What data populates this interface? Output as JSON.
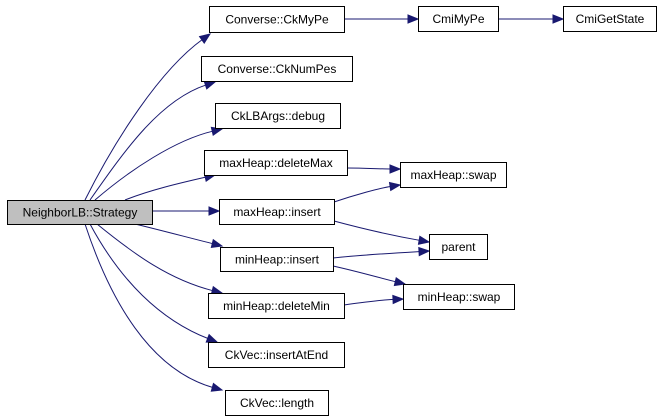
{
  "graph": {
    "type": "call-graph",
    "edge_color": "#191970",
    "root_fill": "#bfbfbf",
    "nodes": [
      {
        "id": "strategy",
        "label": "NeighborLB::Strategy",
        "root": true
      },
      {
        "id": "ckmype",
        "label": "Converse::CkMyPe"
      },
      {
        "id": "cmimype",
        "label": "CmiMyPe"
      },
      {
        "id": "cmigetstate",
        "label": "CmiGetState"
      },
      {
        "id": "cknumpes",
        "label": "Converse::CkNumPes"
      },
      {
        "id": "debug",
        "label": "CkLBArgs::debug"
      },
      {
        "id": "deletemax",
        "label": "maxHeap::deleteMax"
      },
      {
        "id": "maxinsert",
        "label": "maxHeap::insert"
      },
      {
        "id": "mininsert",
        "label": "minHeap::insert"
      },
      {
        "id": "deletemin",
        "label": "minHeap::deleteMin"
      },
      {
        "id": "insertatend",
        "label": "CkVec::insertAtEnd"
      },
      {
        "id": "length",
        "label": "CkVec::length"
      },
      {
        "id": "maxswap",
        "label": "maxHeap::swap"
      },
      {
        "id": "parent",
        "label": "parent"
      },
      {
        "id": "minswap",
        "label": "minHeap::swap"
      }
    ],
    "edges": [
      {
        "from": "strategy",
        "to": "ckmype"
      },
      {
        "from": "strategy",
        "to": "cknumpes"
      },
      {
        "from": "strategy",
        "to": "debug"
      },
      {
        "from": "strategy",
        "to": "deletemax"
      },
      {
        "from": "strategy",
        "to": "maxinsert"
      },
      {
        "from": "strategy",
        "to": "mininsert"
      },
      {
        "from": "strategy",
        "to": "deletemin"
      },
      {
        "from": "strategy",
        "to": "insertatend"
      },
      {
        "from": "strategy",
        "to": "length"
      },
      {
        "from": "ckmype",
        "to": "cmimype"
      },
      {
        "from": "cmimype",
        "to": "cmigetstate"
      },
      {
        "from": "deletemax",
        "to": "maxswap"
      },
      {
        "from": "maxinsert",
        "to": "maxswap"
      },
      {
        "from": "maxinsert",
        "to": "parent"
      },
      {
        "from": "mininsert",
        "to": "parent"
      },
      {
        "from": "mininsert",
        "to": "minswap"
      },
      {
        "from": "deletemin",
        "to": "minswap"
      }
    ]
  }
}
